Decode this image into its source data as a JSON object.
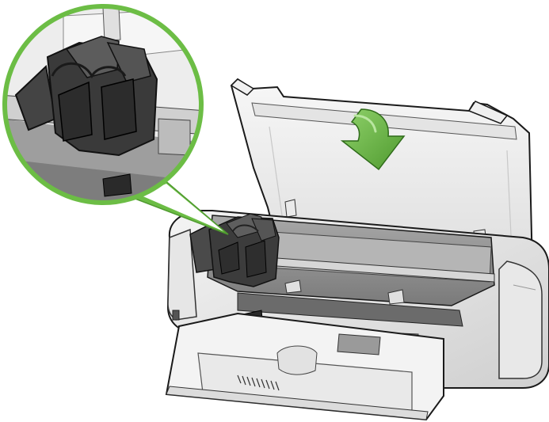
{
  "illustration": {
    "subject": "printer-with-open-cover",
    "callout": "magnified-print-cartridge-cradle",
    "arrow_direction": "down-close-cover",
    "colors": {
      "accent_green": "#6cbd45",
      "accent_green_dark": "#4f9a2f",
      "outline": "#1a1a1a",
      "body_light": "#f2f2f2",
      "body_mid": "#d9d9d9",
      "body_shadow": "#bdbdbd",
      "interior_dark": "#8c8c8c",
      "cartridge_dark": "#3a3a3a",
      "cartridge_mid": "#5a5a5a",
      "lid_tint": "#ececec"
    }
  }
}
